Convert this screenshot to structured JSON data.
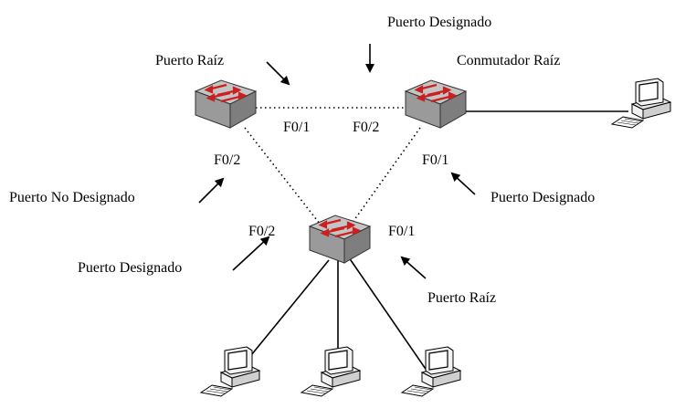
{
  "labels": {
    "puerto_designado_top": "Puerto Designado",
    "puerto_raiz_left": "Puerto Raíz",
    "conmutador_raiz": "Conmutador Raíz",
    "f01_left": "F0/1",
    "f02_right": "F0/2",
    "f02_left_switch": "F0/2",
    "f01_right_switch": "F0/1",
    "puerto_no_designado": "Puerto No Designado",
    "puerto_designado_right": "Puerto Designado",
    "f02_bottom": "F0/2",
    "f01_bottom": "F0/1",
    "puerto_designado_bottom": "Puerto Designado",
    "puerto_raiz_bottom": "Puerto Raíz"
  },
  "colors": {
    "switch_arrow": "#cc1f1f",
    "switch_top": "#bdbdbd",
    "switch_side": "#8a8a8a",
    "pc_body": "#f2f2f2"
  },
  "icons": {
    "switch": "network-switch-icon",
    "computer": "desktop-computer-icon"
  }
}
